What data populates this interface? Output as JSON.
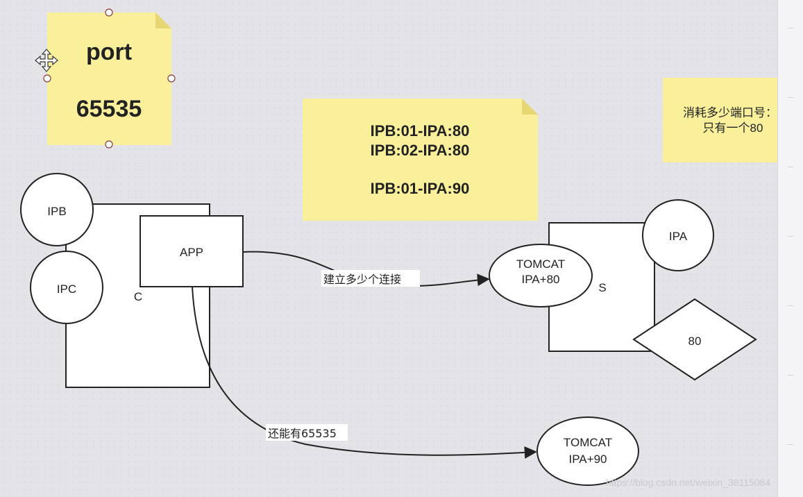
{
  "notes": {
    "port": {
      "line1": "port",
      "line2": "65535"
    },
    "connections": {
      "line1": "IPB:01-IPA:80",
      "line2": "IPB:02-IPA:80",
      "line3": "IPB:01-IPA:90"
    },
    "consume": {
      "line1": "消耗多少端口号：",
      "line2": "只有一个80"
    }
  },
  "nodes": {
    "ipb": "IPB",
    "ipc": "IPC",
    "app": "APP",
    "client": "C",
    "server": "S",
    "ipa": "IPA",
    "port80": "80",
    "tomcat80": {
      "line1": "TOMCAT",
      "line2": "IPA+80"
    },
    "tomcat90": {
      "line1": "TOMCAT",
      "line2": "IPA+90"
    }
  },
  "edges": {
    "build": "建立多少个连接",
    "remain": "还能有65535"
  },
  "watermark": "https://blog.csdn.net/weixin_38115084",
  "colors": {
    "note": "#faf09c",
    "note_fold": "#e6d774",
    "stroke": "#222222",
    "canvas": "#e3e3e8"
  }
}
